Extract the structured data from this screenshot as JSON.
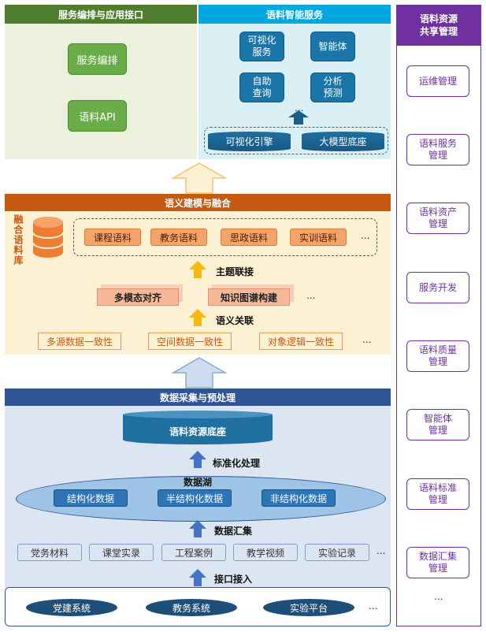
{
  "orchestration": {
    "title": "服务编排与应用接口",
    "items": [
      "服务编排",
      "语料API"
    ]
  },
  "smart": {
    "title": "语料智能服务",
    "items": [
      [
        "可视化",
        "服务"
      ],
      [
        "智能体"
      ],
      [
        "自助",
        "查询"
      ],
      [
        "分析",
        "预测"
      ]
    ],
    "ellipsis": "...",
    "engines": [
      "可视化引擎",
      "大模型底座"
    ]
  },
  "semantic": {
    "title": "语义建模与融合",
    "vertical_label": "融合语料库",
    "corpora": [
      "课程语料",
      "教务语料",
      "思政语料",
      "实训语料"
    ],
    "ellipsis": "...",
    "topic_link": "主题联接",
    "align": [
      "多模态对齐",
      "知识图谱构建"
    ],
    "semantic_link": "语义关联",
    "consistency": [
      "多源数据一致性",
      "空间数据一致性",
      "对象逻辑一致性"
    ]
  },
  "collection": {
    "title": "数据采集与预处理",
    "base": "语料资源底座",
    "standardize": "标准化处理",
    "lake": "数据湖",
    "lake_items": [
      "结构化数据",
      "半结构化数据",
      "非结构化数据"
    ],
    "aggregate": "数据汇集",
    "sources": [
      "党务材料",
      "课堂实录",
      "工程案例",
      "教学视频",
      "实验记录"
    ],
    "ellipsis": "...",
    "interface": "接口接入",
    "systems": [
      "党建系统",
      "教务系统",
      "实验平台"
    ]
  },
  "sidebar": {
    "title": [
      "语料资源",
      "共享管理"
    ],
    "items": [
      [
        "运维管理"
      ],
      [
        "语料服务",
        "管理"
      ],
      [
        "语料资产",
        "管理"
      ],
      [
        "服务开发"
      ],
      [
        "语料质量",
        "管理"
      ],
      [
        "智能体",
        "管理"
      ],
      [
        "语料标准",
        "管理"
      ],
      [
        "数据汇集",
        "管理"
      ]
    ],
    "ellipsis": "..."
  },
  "colors": {
    "green": "#4f7d2e",
    "cyan": "#00a8e1",
    "orange": "#c55a11",
    "blue": "#2f5597",
    "purple": "#7030a0"
  }
}
